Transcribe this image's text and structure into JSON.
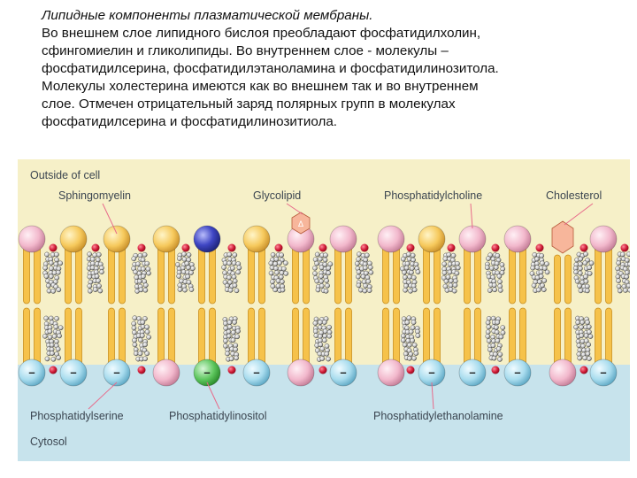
{
  "caption": {
    "title": "Липидные компоненты плазматической мембраны.",
    "lines": [
      "Во внешнем слое липидного бислоя преобладают фосфатидилхолин,",
      "сфингомиелин и гликолипиды. Во внутреннем слое -  молекулы –",
      "фосфатидилсерина, фосфатидилэтаноламина и фосфатидилинозитола.",
      "Молекулы холестерина имеются как во внешнем так и во внутреннем",
      "слое. Отмечен отрицательный заряд полярных групп в молекулах",
      "фосфатидилсерина и фосфатидилинозитиола."
    ]
  },
  "diagram": {
    "outside_label": "Outside of cell",
    "cytosol_label": "Cytosol",
    "top_labels": [
      "Sphingomyelin",
      "Glycolipid",
      "Phosphatidylcholine",
      "Cholesterol"
    ],
    "bottom_labels": [
      "Phosphatidylserine",
      "Phosphatidylinositol",
      "Phosphatidylethanolamine"
    ],
    "sugar_symbol": "∆",
    "charge_symbol": "–",
    "colors": {
      "outside_bg": "#f6f0c8",
      "cytosol_bg": "#c7e3ec",
      "phosphatidylcholine": "#f2b8cc",
      "sphingomyelin": "#f6c95c",
      "glycolipid_sugar": "#f7b69b",
      "phosphatidylserine": "#a8dcee",
      "phosphatidylinositol": "#5dc65d",
      "phosphatidylethanolamine": "#a8dcee",
      "negative_charge_head": "#a8dcee",
      "outer_blue_head": "#3f46c4",
      "cholesterol_head": "#c0102c",
      "leader_line": "#e86a8a"
    }
  }
}
